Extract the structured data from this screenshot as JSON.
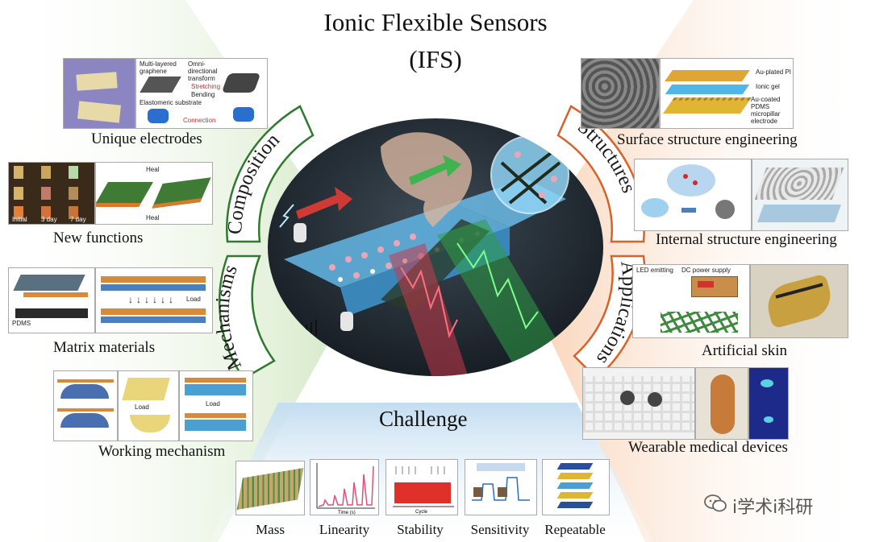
{
  "title_line1": "Ionic Flexible Sensors",
  "title_line2": "(IFS)",
  "arc_labels": {
    "composition": "Composition",
    "mechanisms": "Mechanisms",
    "structures": "Structures",
    "applications": "Applications"
  },
  "left_panels": [
    {
      "caption": "Unique electrodes"
    },
    {
      "caption": "New functions"
    },
    {
      "caption": "Matrix materials"
    },
    {
      "caption": "Working mechanism"
    }
  ],
  "right_panels": [
    {
      "caption": "Surface structure engineering"
    },
    {
      "caption": "Internal structure engineering"
    },
    {
      "caption": "Artificial skin"
    },
    {
      "caption": "Wearable medical devices"
    }
  ],
  "challenge": {
    "title": "Challenge",
    "items": [
      "Mass",
      "Linearity",
      "Stability",
      "Sensitivity",
      "Repeatable"
    ]
  },
  "figure_text": {
    "multi_layered_graphene": "Multi-layered graphene",
    "omni_directional": "Omni-directional transform",
    "stretching": "Stretching",
    "bending": "Bending",
    "elastomeric_substrate": "Elastomeric substrate",
    "connection": "Connection",
    "initial": "Initial",
    "three_day": "3 day",
    "seven_day": "7 day",
    "heal": "Heal",
    "load": "Load",
    "pdms": "PDMS",
    "au_plated_pi": "Au-plated PI",
    "ionic_gel": "Ionic gel",
    "au_coated_pdms": "Au-coated PDMS micropillar electrode",
    "led_emitting": "LED emitting",
    "dc_power_supply": "DC power supply",
    "cycle": "Cycle",
    "time": "Time (s)"
  },
  "watermark": "i学术i科研",
  "colors": {
    "left_wedge": "#dff0d4",
    "right_wedge": "#fbe0cc",
    "bottom_wedge": "#d3e6f4",
    "arc_green": "#2f7a2f",
    "arc_orange": "#d9612a"
  }
}
